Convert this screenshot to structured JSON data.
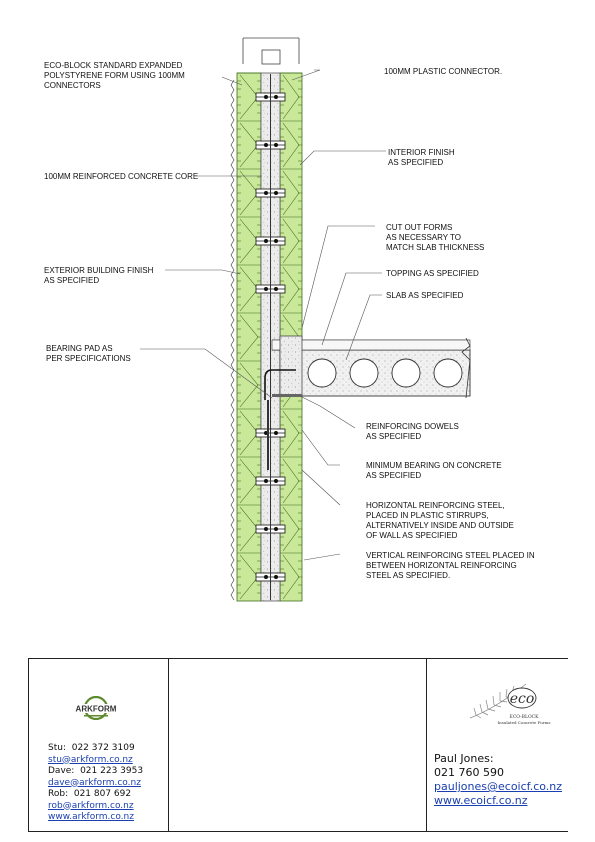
{
  "labels": {
    "eps_form": [
      "ECO-BLOCK STANDARD EXPANDED",
      "POLYSTYRENE FORM USING 100mm",
      "CONNECTORS"
    ],
    "plastic_connector": [
      "100mm PLASTIC CONNECTOR."
    ],
    "interior_finish": [
      "INTERIOR FINISH",
      "AS SPECIFIED"
    ],
    "concrete_core": [
      "100mm REINFORCED CONCRETE CORE"
    ],
    "cut_out_forms": [
      "CUT OUT FORMS",
      "AS NECESSARY TO",
      "MATCH SLAB THICKNESS"
    ],
    "exterior_finish": [
      "EXTERIOR BUILDING FINISH",
      "AS SPECIFIED"
    ],
    "topping": [
      "TOPPING AS SPECIFIED"
    ],
    "slab": [
      "SLAB AS SPECIFIED"
    ],
    "bearing_pad": [
      "BEARING PAD AS",
      "PER SPECIFICATIONS"
    ],
    "dowels": [
      "REINFORCING DOWELS",
      "AS SPECIFIED"
    ],
    "min_bearing": [
      "MINIMUM BEARING ON CONCRETE",
      "AS SPECIFIED"
    ],
    "horizontal_steel": [
      "HORIZONTAL REINFORCING STEEL,",
      "PLACED IN PLASTIC STIRRUPS,",
      "ALTERNATIVELY INSIDE AND OUTSIDE",
      "OF WALL AS SPECIFIED"
    ],
    "vertical_steel": [
      "VERTICAL REINFORCING STEEL PLACED IN",
      "BETWEEN HORIZONTAL REINFORCING",
      "STEEL AS SPECIFIED."
    ]
  },
  "colors": {
    "eps": "#c9e89a",
    "eps_stroke": "#3d6b1a",
    "concrete": "#e4e4e4",
    "leader": "#555555",
    "link": "#1a3fb0",
    "arkform_green": "#5c8a2c"
  },
  "arkform": {
    "logo_text": "ARKFORM",
    "contacts": [
      {
        "name": "Stu:",
        "phone": "022 372 3109",
        "email": "stu@arkform.co.nz"
      },
      {
        "name": "Dave:",
        "phone": "021 223 3953",
        "email": "dave@arkform.co.nz"
      },
      {
        "name": "Rob:",
        "phone": "021 807 692",
        "email": "rob@arkform.co.nz"
      }
    ],
    "website": "www.arkform.co.nz"
  },
  "ecoicf": {
    "logo_text": "eco",
    "logo_sub": "ECO-BLOCK",
    "logo_tagline": "Insulated Concrete Forms",
    "contact_name": "Paul Jones:",
    "phone": "021 760 590",
    "email": "pauljones@ecoicf.co.nz",
    "website": "www.ecoicf.co.nz"
  }
}
